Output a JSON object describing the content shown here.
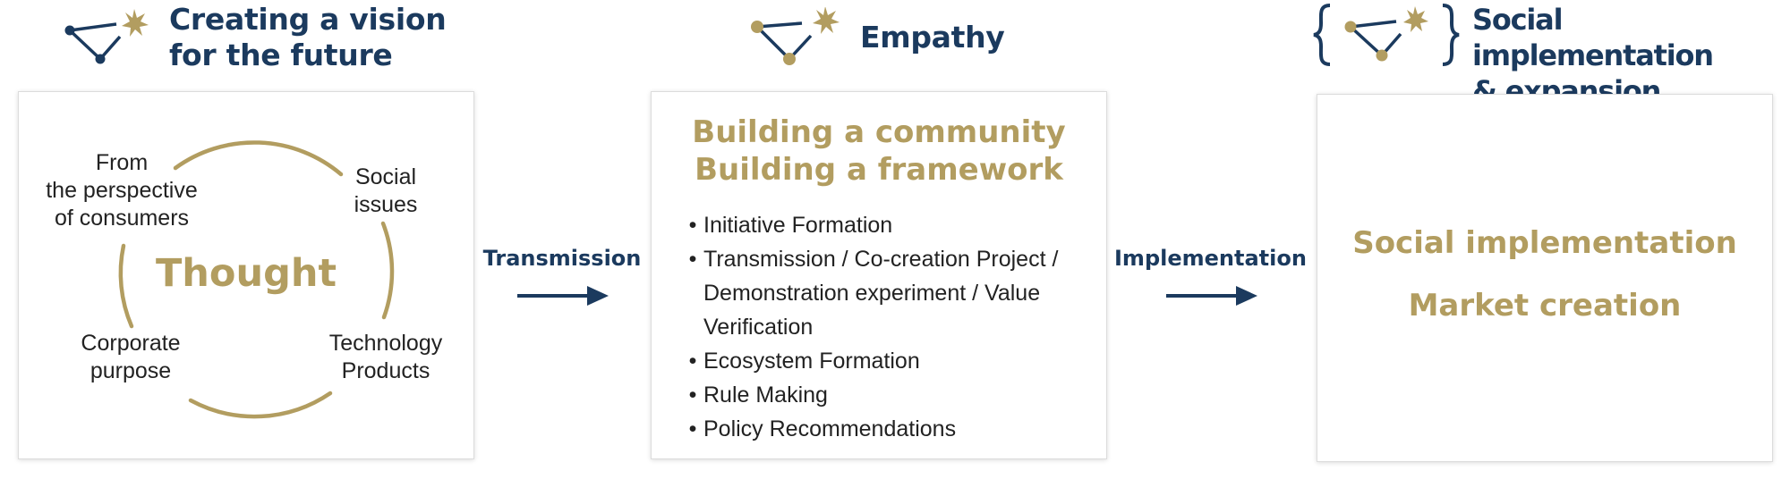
{
  "stages": {
    "vision": {
      "title_line1": "Creating a vision",
      "title_line2": "for the future"
    },
    "empathy": {
      "title": "Empathy"
    },
    "social": {
      "title_line1": "Social implementation",
      "title_line2": "& expansion"
    }
  },
  "thought_panel": {
    "center": "Thought",
    "labels": {
      "consumers": "From\nthe perspective\nof consumers",
      "social_issues": "Social\nissues",
      "corporate": "Corporate\npurpose",
      "technology": "Technology\nProducts"
    }
  },
  "arrows": {
    "transmission": "Transmission",
    "implementation": "Implementation"
  },
  "community_panel": {
    "heading_line1": "Building a community",
    "heading_line2": "Building a framework",
    "bullet_char": "•",
    "bullets": [
      "Initiative Formation",
      "Transmission / Co-creation Project / Demonstration experiment / Value Verification",
      "Ecosystem Formation",
      "Rule Making",
      "Policy Recommendations"
    ]
  },
  "result_panel": {
    "line1": "Social implementation",
    "line2": "Market creation"
  },
  "colors": {
    "navy": "#1b3a5e",
    "gold": "#b29d60"
  },
  "icons": {
    "constellation": "constellation-icon",
    "star": "star-icon",
    "brace": "brace-icon",
    "arrow": "right-arrow-icon"
  }
}
